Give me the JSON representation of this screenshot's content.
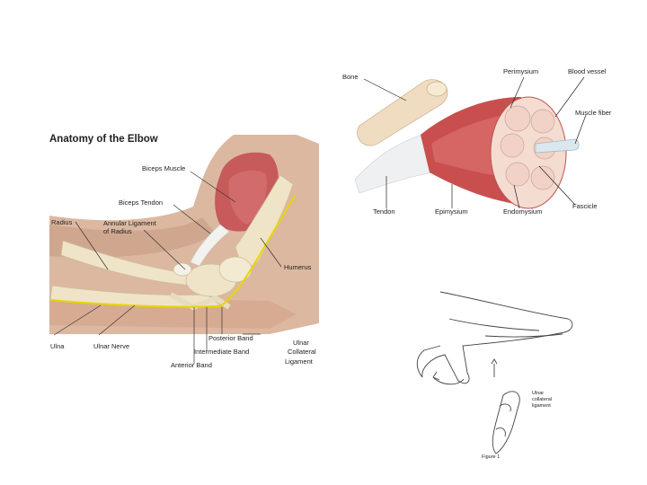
{
  "elbow": {
    "title": "Anatomy of the Elbow",
    "labels": {
      "biceps_muscle": "Biceps Muscle",
      "biceps_tendon": "Biceps Tendon",
      "radius": "Radius",
      "annular_ligament": "Annular Ligament",
      "annular_ligament_2": "of Radius",
      "humerus": "Humerus",
      "ulna": "Ulna",
      "ulnar_nerve": "Ulnar Nerve",
      "posterior_band": "Posterior Band",
      "intermediate_band": "Intermediate Band",
      "anterior_band": "Anterior Band",
      "ulnar_collateral_1": "Ulnar",
      "ulnar_collateral_2": "Collateral",
      "ulnar_collateral_3": "Ligament"
    }
  },
  "muscle": {
    "labels": {
      "bone": "Bone",
      "perimysium": "Perimysium",
      "blood_vessel": "Blood vessel",
      "muscle_fiber": "Muscle fiber",
      "tendon": "Tendon",
      "epimysium": "Epimysium",
      "endomysium": "Endomysium",
      "fascicle": "Fascicle"
    }
  },
  "thumb": {
    "labels": {
      "ucl_1": "Ulnar",
      "ucl_2": "collateral",
      "ucl_3": "ligament",
      "figure": "Figure 1"
    }
  },
  "colors": {
    "skin": "#d9b39a",
    "muscle": "#c75a5a",
    "bone": "#efe4c8",
    "nerve": "#e8d600",
    "tendon": "#f2f2ee"
  }
}
